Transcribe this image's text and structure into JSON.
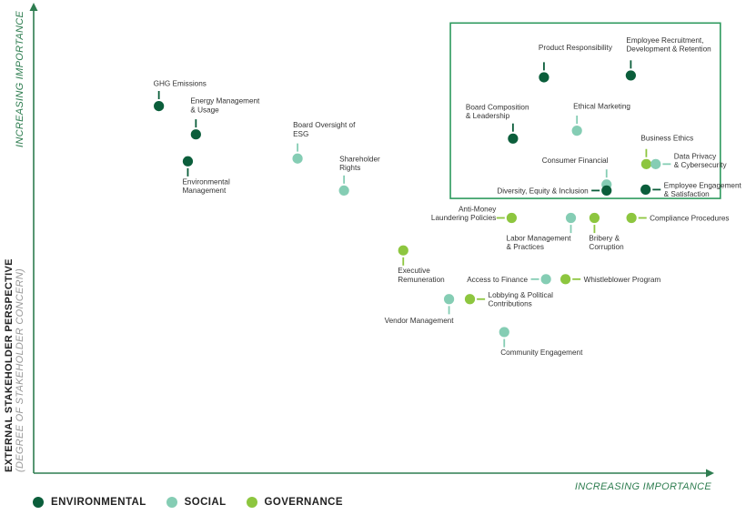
{
  "chart_data": {
    "type": "scatter",
    "xlabel": "INCREASING IMPORTANCE",
    "ylabel_top": "INCREASING IMPORTANCE",
    "ylabel_main": "EXTERNAL STAKEHOLDER PERSPECTIVE",
    "ylabel_sub": "(DEGREE OF STAKEHOLDER CONCERN)",
    "xlim": [
      0,
      100
    ],
    "ylim": [
      0,
      100
    ],
    "grid": false,
    "legend_position": "bottom-left",
    "series": [
      {
        "name": "ENVIRONMENTAL",
        "color": "#0b5e3b"
      },
      {
        "name": "SOCIAL",
        "color": "#85cdb4"
      },
      {
        "name": "GOVERNANCE",
        "color": "#8dc63f"
      }
    ],
    "points": [
      {
        "label": "GHG Emissions",
        "series": "ENVIRONMENTAL",
        "x": 18.6,
        "y": 79.1
      },
      {
        "label": "Energy Management\n& Usage",
        "series": "ENVIRONMENTAL",
        "x": 24.1,
        "y": 73.0
      },
      {
        "label": "Environmental\nManagement",
        "series": "ENVIRONMENTAL",
        "x": 22.9,
        "y": 67.2
      },
      {
        "label": "Board Oversight of\nESG",
        "series": "SOCIAL",
        "x": 39.2,
        "y": 67.8
      },
      {
        "label": "Shareholder\nRights",
        "series": "SOCIAL",
        "x": 46.1,
        "y": 60.9
      },
      {
        "label": "Product Responsibility",
        "series": "ENVIRONMENTAL",
        "x": 75.8,
        "y": 85.3
      },
      {
        "label": "Employee Recruitment,\nDevelopment & Retention",
        "series": "ENVIRONMENTAL",
        "x": 88.7,
        "y": 85.7
      },
      {
        "label": "Board Composition\n& Leadership",
        "series": "ENVIRONMENTAL",
        "x": 71.2,
        "y": 72.1
      },
      {
        "label": "Ethical Marketing",
        "series": "SOCIAL",
        "x": 80.7,
        "y": 73.8
      },
      {
        "label": "Business Ethics",
        "series": "GOVERNANCE",
        "x": 91.0,
        "y": 66.6
      },
      {
        "label": "Data Privacy\n& Cybersecurity",
        "series": "SOCIAL",
        "x": 92.4,
        "y": 66.6
      },
      {
        "label": "Consumer Financial",
        "series": "SOCIAL",
        "x": 85.1,
        "y": 62.2
      },
      {
        "label": "Diversity, Equity & Inclusion",
        "series": "ENVIRONMENTAL",
        "x": 85.1,
        "y": 60.9
      },
      {
        "label": "Employee Engagement\n& Satisfaction",
        "series": "ENVIRONMENTAL",
        "x": 90.9,
        "y": 61.1
      },
      {
        "label": "Anti-Money\nLaundering Policies",
        "series": "GOVERNANCE",
        "x": 71.0,
        "y": 55.0
      },
      {
        "label": "Labor Management\n& Practices",
        "series": "SOCIAL",
        "x": 79.8,
        "y": 55.0
      },
      {
        "label": "Bribery &\nCorruption",
        "series": "GOVERNANCE",
        "x": 83.3,
        "y": 55.0
      },
      {
        "label": "Compliance Procedures",
        "series": "GOVERNANCE",
        "x": 88.8,
        "y": 55.0
      },
      {
        "label": "Executive\nRemuneration",
        "series": "GOVERNANCE",
        "x": 54.9,
        "y": 48.0
      },
      {
        "label": "Access to Finance",
        "series": "SOCIAL",
        "x": 76.1,
        "y": 41.8
      },
      {
        "label": "Whistleblower Program",
        "series": "GOVERNANCE",
        "x": 79.0,
        "y": 41.8
      },
      {
        "label": "Vendor Management",
        "series": "SOCIAL",
        "x": 61.7,
        "y": 37.5
      },
      {
        "label": "Lobbying & Political\nContributions",
        "series": "GOVERNANCE",
        "x": 64.8,
        "y": 37.5
      },
      {
        "label": "Community Engagement",
        "series": "SOCIAL",
        "x": 69.9,
        "y": 30.4
      }
    ],
    "highlight_region": {
      "x": [
        61.9,
        102.0
      ],
      "y": [
        59.2,
        97.0
      ],
      "color": "#2e9a5e"
    }
  }
}
